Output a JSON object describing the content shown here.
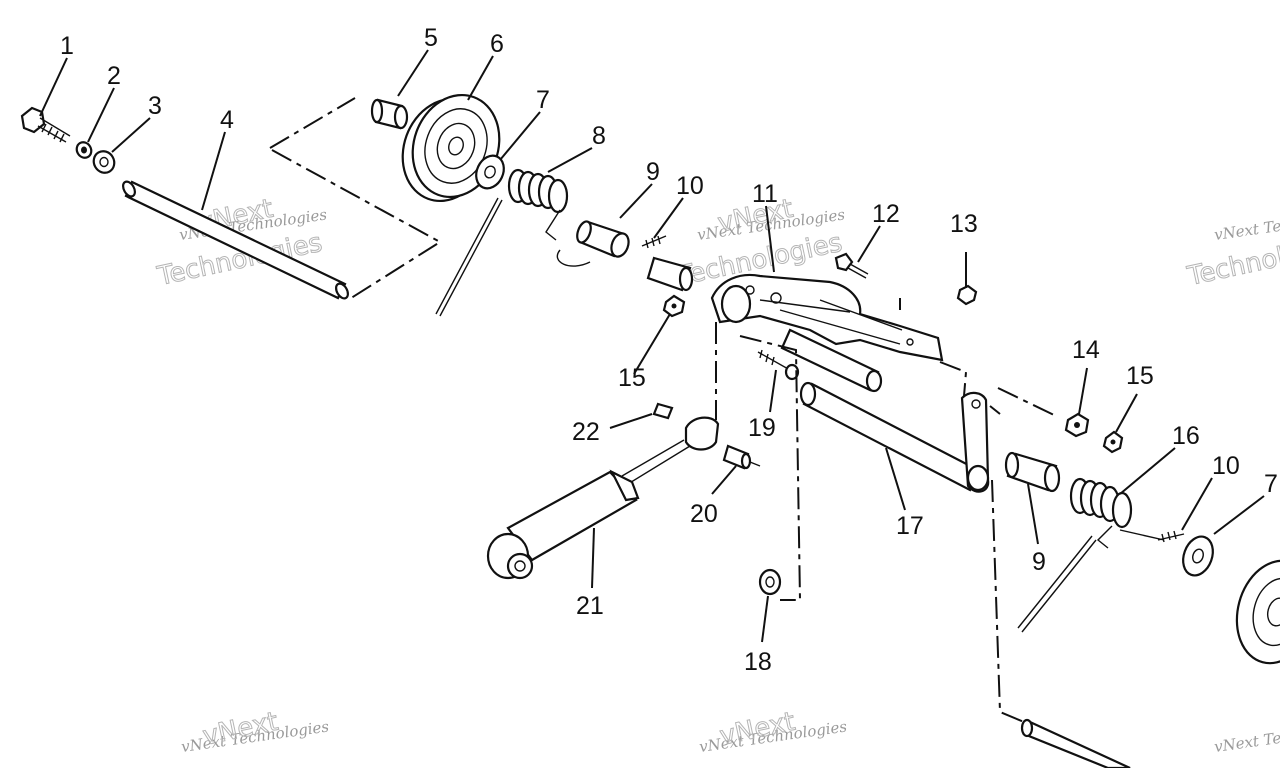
{
  "callouts": [
    "1",
    "2",
    "3",
    "4",
    "5",
    "6",
    "7",
    "8",
    "9",
    "10",
    "11",
    "12",
    "13",
    "14",
    "15",
    "16",
    "17",
    "18",
    "19",
    "20",
    "21",
    "22"
  ],
  "labels_extra": [
    "15",
    "9",
    "10",
    "7"
  ],
  "watermark": {
    "company_small": "vNext Technologies",
    "brand": "vNext",
    "company_word": "Technologies"
  },
  "colors": {
    "ink": "#111111",
    "watermark": "#9a9a9a",
    "paper": "#ffffff"
  }
}
